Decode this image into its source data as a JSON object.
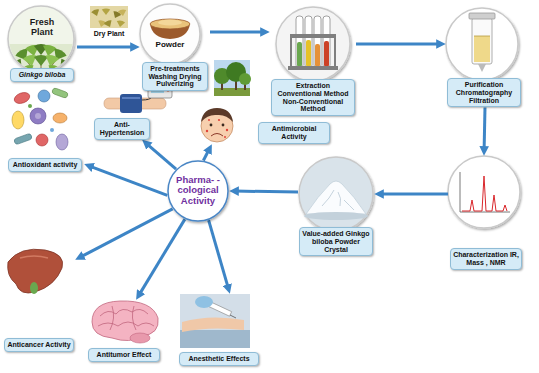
{
  "diagram": {
    "nodes": [
      {
        "text": [
          "Fresh Plant",
          "Ginkgo biloba"
        ]
      },
      {
        "text": [
          "Powder",
          "Pre-treatments Washing Drying Pulverizing"
        ]
      },
      {
        "text": [
          "Extraction Conventional Method Non-Conventional Method"
        ]
      },
      {
        "text": [
          "Purification Chromatography Filtration"
        ]
      },
      {
        "text": [
          "Characterization IR, Mass , NMR"
        ]
      },
      {
        "text": [
          "Value-added Ginkgo biloba Powder Crystal"
        ]
      },
      {
        "text": [
          "Pharma- -cological Activity"
        ]
      },
      {
        "text": [
          "Antimicrobial Activity"
        ]
      },
      {
        "text": [
          "Anti-Hypertension"
        ]
      },
      {
        "text": [
          "Antioxidant activity"
        ]
      },
      {
        "text": [
          "Anticancer Activity"
        ]
      },
      {
        "text": [
          "Antitumor Effect"
        ]
      },
      {
        "text": [
          "Anesthetic Effects"
        ]
      }
    ],
    "edges": [
      {
        "from": 0,
        "to": 1,
        "arrow": "to"
      },
      {
        "from": 1,
        "to": 2,
        "arrow": "to"
      },
      {
        "from": 2,
        "to": 3,
        "arrow": "to"
      },
      {
        "from": 3,
        "to": 4,
        "arrow": "to"
      },
      {
        "from": 4,
        "to": 5,
        "arrow": "to"
      },
      {
        "from": 5,
        "to": 6,
        "arrow": "to"
      },
      {
        "from": 6,
        "to": 7,
        "arrow": "to"
      },
      {
        "from": 6,
        "to": 8,
        "arrow": "to"
      },
      {
        "from": 6,
        "to": 9,
        "arrow": "to"
      },
      {
        "from": 6,
        "to": 10,
        "arrow": "to"
      },
      {
        "from": 6,
        "to": 11,
        "arrow": "to"
      },
      {
        "from": 6,
        "to": 12,
        "arrow": "to"
      }
    ],
    "labels": [
      "Dry Plant"
    ]
  }
}
